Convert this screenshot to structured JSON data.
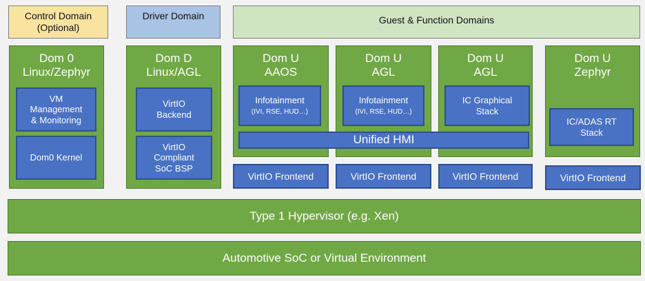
{
  "headers": {
    "control": [
      "Control Domain",
      "(Optional)"
    ],
    "driver": "Driver Domain",
    "guest": "Guest & Function Domains"
  },
  "domains": [
    {
      "title": [
        "Dom 0",
        "Linux/Zephyr"
      ]
    },
    {
      "title": [
        "Dom D",
        "Linux/AGL"
      ]
    },
    {
      "title": [
        "Dom U",
        "AAOS"
      ]
    },
    {
      "title": [
        "Dom U",
        "AGL"
      ]
    },
    {
      "title": [
        "Dom U",
        "AGL"
      ]
    },
    {
      "title": [
        "Dom U",
        "Zephyr"
      ]
    }
  ],
  "components": {
    "vm_mgmt": [
      "VM",
      "Management",
      "& Monitoring"
    ],
    "dom0_kernel": "Dom0 Kernel",
    "virtio_backend": [
      "VirtIO",
      "Backend"
    ],
    "virtio_bsp": [
      "VirtIO",
      "Compliant",
      "SoC BSP"
    ],
    "infotainment": "Infotainment",
    "infotainment_sub": "(IVI, RSE, HUD…)",
    "ic_graphical": [
      "IC Graphical",
      "Stack"
    ],
    "ic_adas": [
      "IC/ADAS RT",
      "Stack"
    ],
    "unified_hmi": "Unified HMI",
    "virtio_frontend": "VirtIO Frontend"
  },
  "layers": {
    "hypervisor": "Type 1 Hypervisor (e.g. Xen)",
    "soc": "Automotive SoC or Virtual Environment"
  },
  "colors": {
    "domain_green": "#70a846",
    "component_blue": "#4a72c4",
    "header_yellow": "#f9e3a1",
    "header_blue": "#a8c3e3",
    "header_green": "#cfe4c0"
  }
}
